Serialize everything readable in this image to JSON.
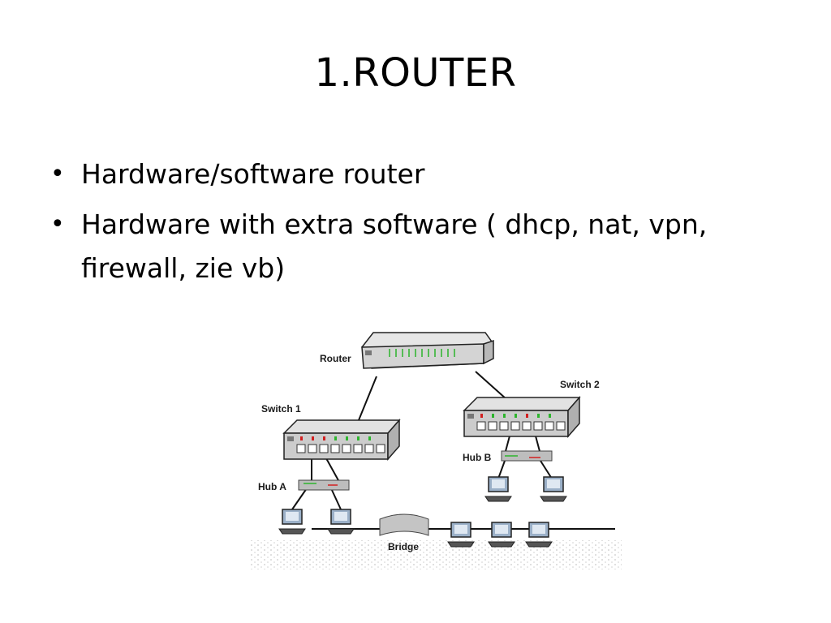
{
  "slide": {
    "title": "1.ROUTER",
    "bullets": [
      "Hardware/software router",
      "Hardware with extra software ( dhcp, nat, vpn, firewall, zie vb)"
    ]
  },
  "diagram": {
    "labels": {
      "router": "Router",
      "switch1": "Switch 1",
      "switch2": "Switch 2",
      "hubA": "Hub A",
      "hubB": "Hub B",
      "bridge": "Bridge"
    },
    "colors": {
      "device_face": "#c8c8c8",
      "device_top": "#e2e2e2",
      "led_green": "#2db52d",
      "led_red": "#d22020",
      "cable": "#111111",
      "screen": "#9bb0c8"
    }
  }
}
